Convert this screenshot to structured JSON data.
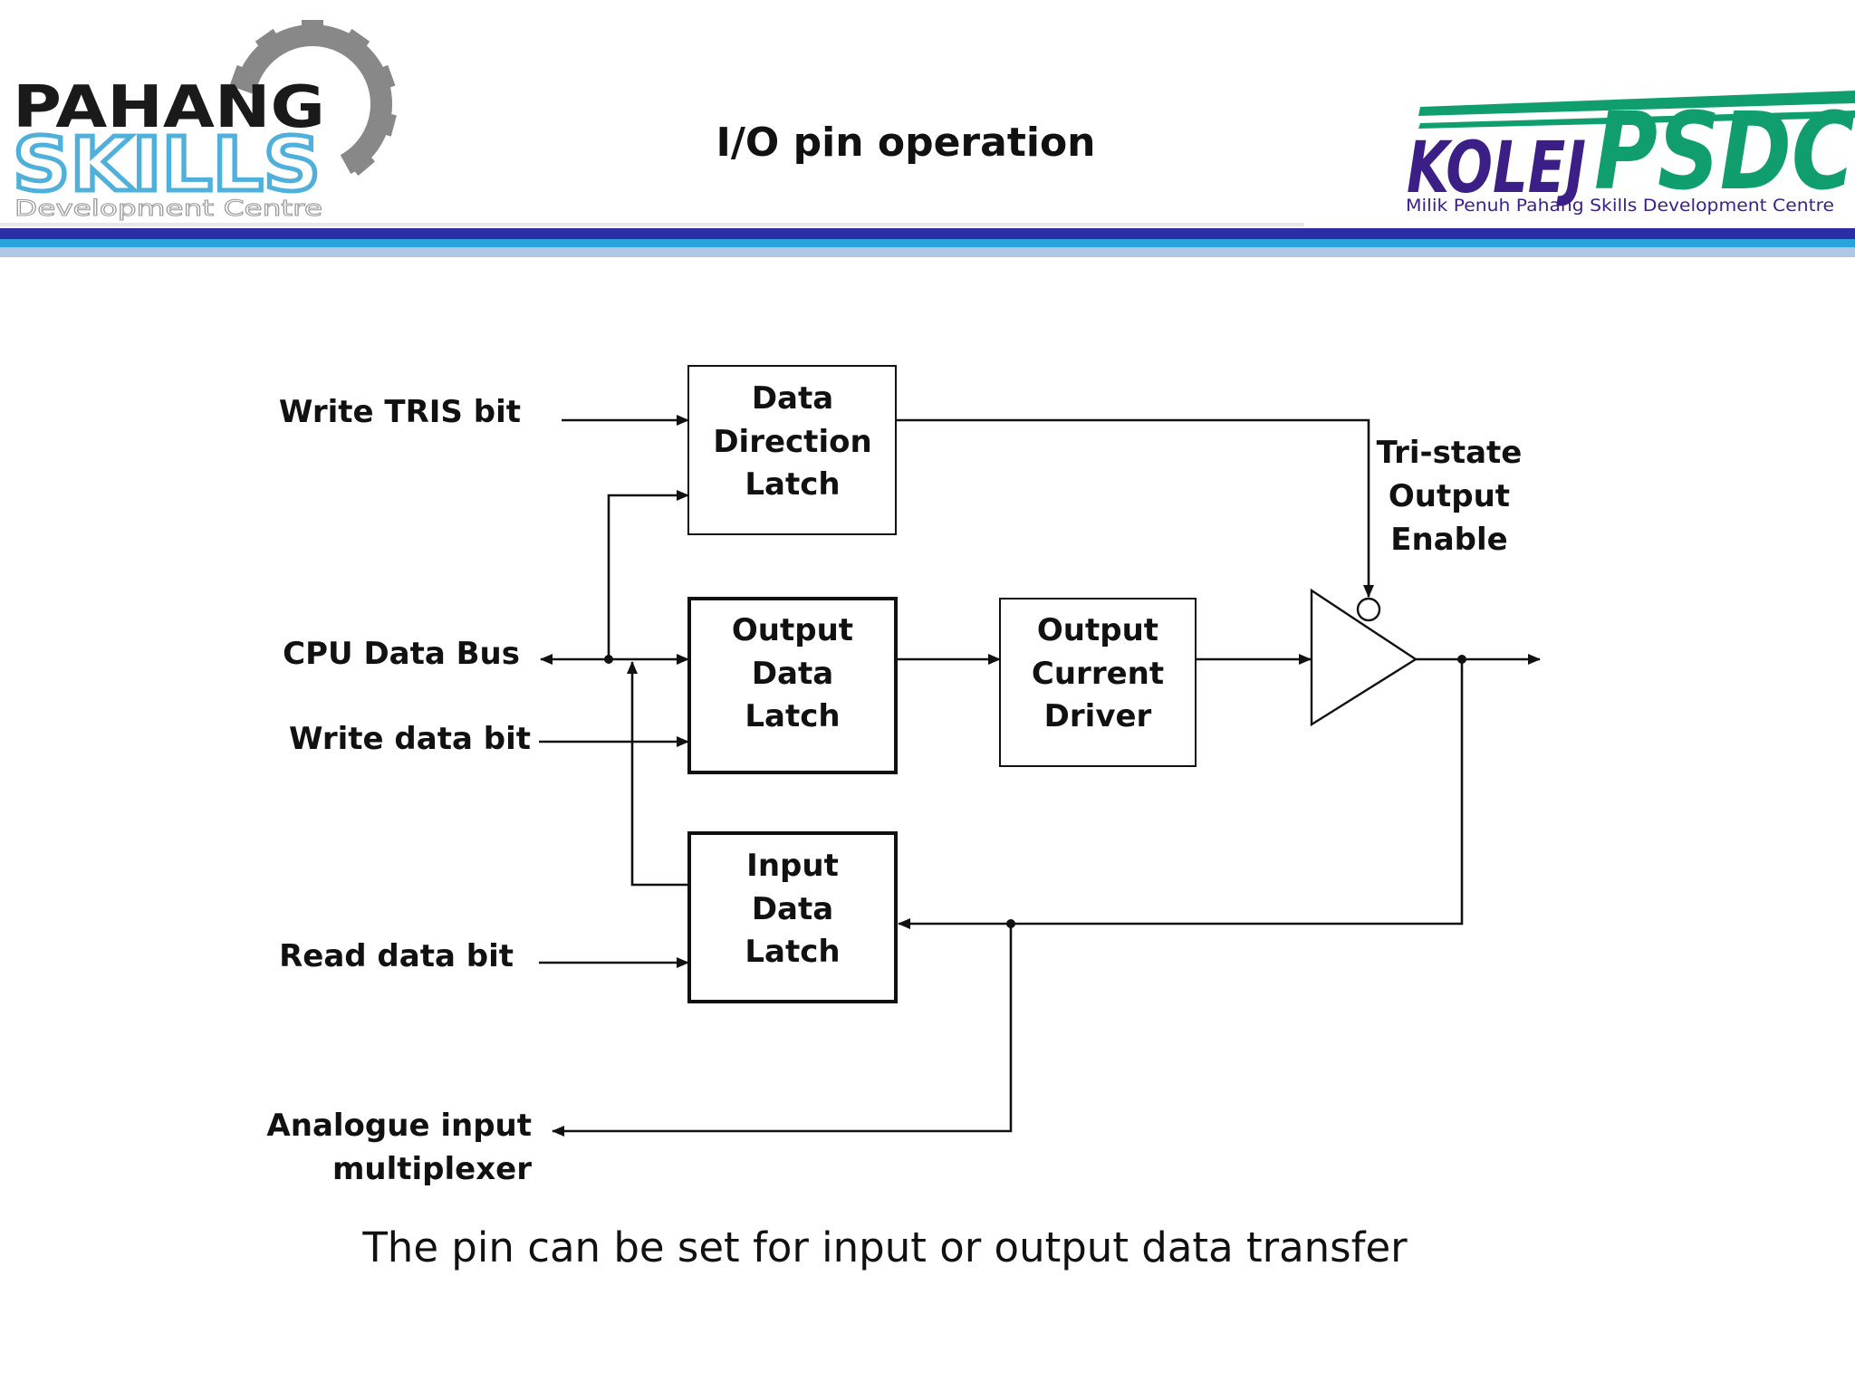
{
  "header": {
    "title": "I/O pin operation",
    "left_logo": {
      "line1": "PAHANG",
      "line2": "SKILLS",
      "line3": "Development Centre",
      "icon": "gear-icon"
    },
    "right_logo": {
      "name1": "KOLEJ",
      "name2": "PSDC",
      "tagline": "Milik Penuh Pahang Skills Development Centre"
    },
    "colors": {
      "band_blue": "#2a2fa6",
      "band_light": "#28a3dc",
      "skills_blue": "#4fb0dc",
      "psdc_green": "#109e6e",
      "kolej_purple": "#3b1f86",
      "gear_gray": "#888888"
    }
  },
  "diagram": {
    "blocks": {
      "data_direction_latch": [
        "Data",
        "Direction",
        "Latch"
      ],
      "output_data_latch": [
        "Output",
        "Data",
        "Latch"
      ],
      "output_current_driver": [
        "Output",
        "Current",
        "Driver"
      ],
      "input_data_latch": [
        "Input",
        "Data",
        "Latch"
      ]
    },
    "signals": {
      "write_tris_bit": "Write TRIS bit",
      "cpu_data_bus": "CPU Data Bus",
      "write_data_bit": "Write data bit",
      "read_data_bit": "Read data bit",
      "analogue_input": [
        "Analogue input",
        "multiplexer"
      ],
      "tristate_enable": [
        "Tri-state",
        "Output",
        "Enable"
      ]
    }
  },
  "caption": "The pin can be set for input or output data transfer"
}
